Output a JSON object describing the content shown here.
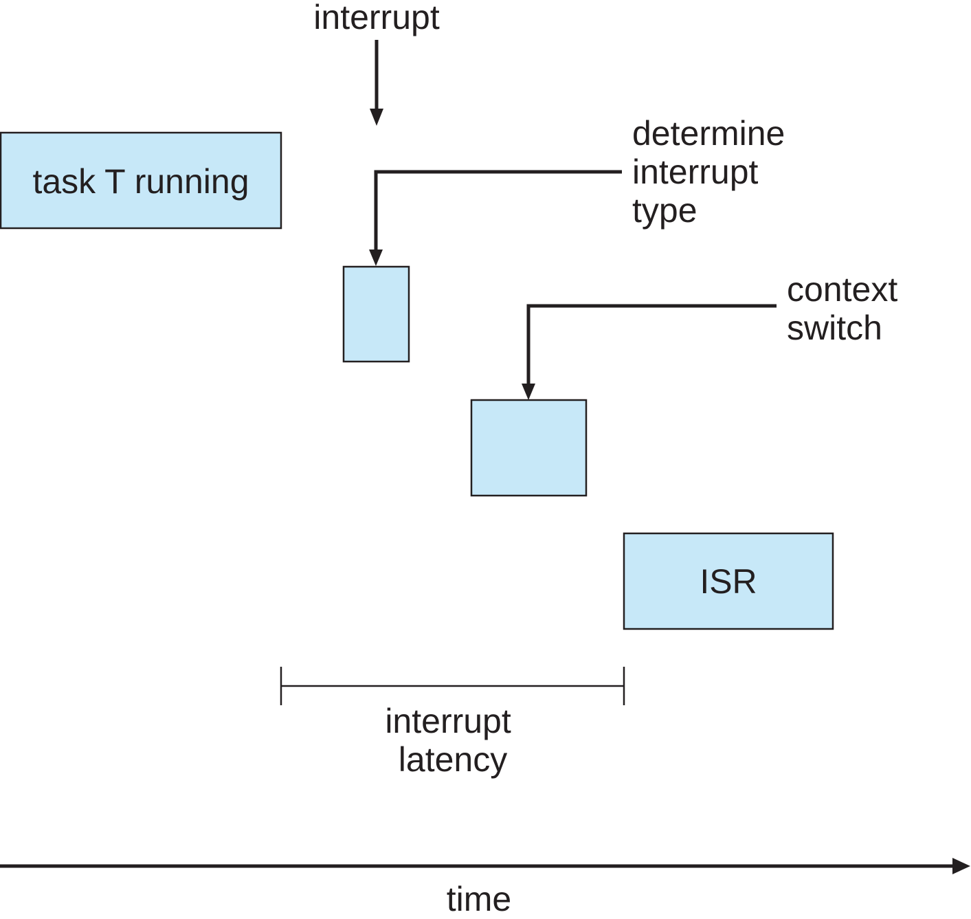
{
  "labels": {
    "interrupt": "interrupt",
    "task_running": "task T running",
    "determine_interrupt_type": [
      "determine",
      "interrupt",
      "type"
    ],
    "context_switch": [
      "context",
      "switch"
    ],
    "isr": "ISR",
    "interrupt_latency": [
      "interrupt",
      "latency"
    ],
    "time": "time"
  },
  "colors": {
    "box_fill": "#c7e8f8",
    "stroke": "#231f20",
    "background": "#ffffff"
  }
}
